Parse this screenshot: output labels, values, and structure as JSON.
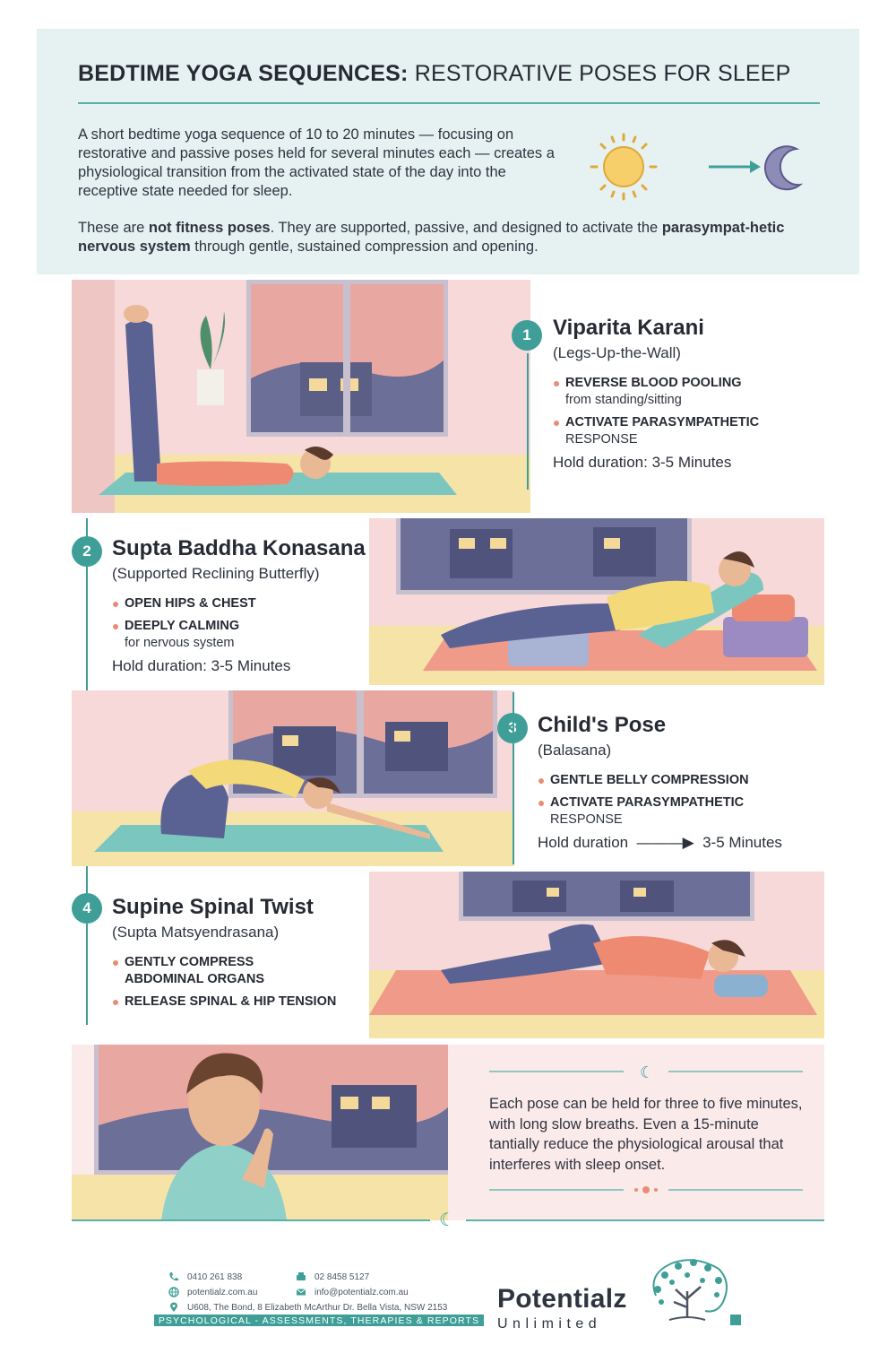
{
  "header": {
    "title_bold": "BEDTIME YOGA SEQUENCES:",
    "title_rest": " RESTORATIVE POSES FOR SLEEP",
    "intro1": "A short bedtime yoga sequence of 10 to 20 minutes — focusing on restorative and passive poses held for several minutes each — creates a physiological transition from the activated state of the day into the receptive state needed for sleep.",
    "intro2_a": "These are ",
    "intro2_b": "not fitness poses",
    "intro2_c": ". They are supported, passive, and designed to activate the ",
    "intro2_d": "parasympat-hetic nervous system",
    "intro2_e": " through gentle, sustained compression and opening."
  },
  "poses": [
    {
      "number": "1",
      "name": "Viparita Karani",
      "subtitle": "(Legs-Up-the-Wall)",
      "benefits": [
        {
          "main": "REVERSE BLOOD POOLING",
          "sub": "from standing/sitting"
        },
        {
          "main": "ACTIVATE PARASYMPATHETIC",
          "sub": "RESPONSE"
        }
      ],
      "hold": "Hold duration: 3-5 Minutes"
    },
    {
      "number": "2",
      "name": "Supta Baddha Konasana",
      "subtitle": "(Supported Reclining Butterfly)",
      "benefits": [
        {
          "main": "OPEN HIPS & CHEST",
          "sub": ""
        },
        {
          "main": "DEEPLY CALMING",
          "sub": "for nervous system"
        }
      ],
      "hold": "Hold duration: 3-5 Minutes"
    },
    {
      "number": "3",
      "name": "Child's Pose",
      "subtitle": "(Balasana)",
      "benefits": [
        {
          "main": "GENTLE BELLY COMPRESSION",
          "sub": ""
        },
        {
          "main": "ACTIVATE PARASYMPATHETIC",
          "sub": "RESPONSE"
        }
      ],
      "hold_label": "Hold duration",
      "hold_value": "3-5 Minutes"
    },
    {
      "number": "4",
      "name": "Supine Spinal Twist",
      "subtitle": "(Supta Matsyendrasana)",
      "benefits": [
        {
          "main": "GENTLY COMPRESS",
          "sub": "ABDOMINAL ORGANS"
        },
        {
          "main": "RELEASE SPINAL & HIP TENSION",
          "sub": ""
        }
      ]
    }
  ],
  "closing": "Each pose can be held for three to five minutes, with long slow breaths. Even a 15-minute tantially reduce the physiological arousal that interferes with sleep onset.",
  "footer": {
    "phone": "0410  261 838",
    "fax": "02 8458 5127",
    "website": "potentialz.com.au",
    "email": "info@potentialz.com.au",
    "address": "U608, The Bond, 8 Elizabeth McArthur Dr. Bella Vista, NSW 2153",
    "tagline": "PSYCHOLOGICAL - ASSESSMENTS, THERAPIES & REPORTS",
    "brand_name": "Potentialz",
    "brand_sub": "Unlimited"
  },
  "colors": {
    "teal": "#3f9f98",
    "header_bg": "#e6f2f2",
    "wall_pink": "#f6d9d8",
    "floor_yellow": "#f6e3a8",
    "mat_teal": "#7cc6c0",
    "mat_coral": "#f09a8a",
    "shirt_coral": "#ee8a72",
    "shirt_yellow": "#f3d978",
    "pants_navy": "#5a6294"
  },
  "icons": [
    "sun-icon",
    "arrow-right-icon",
    "moon-icon",
    "phone-icon",
    "fax-icon",
    "globe-icon",
    "email-icon",
    "location-icon",
    "brain-tree-logo-icon"
  ]
}
